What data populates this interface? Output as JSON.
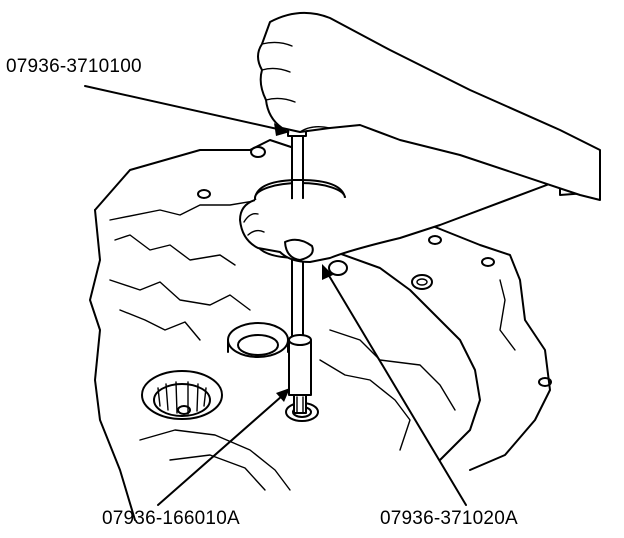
{
  "labels": {
    "slide_hammer": "07936-3710100",
    "remover_attachment": "07936-166010A",
    "remover_handle": "07936-371020A"
  }
}
